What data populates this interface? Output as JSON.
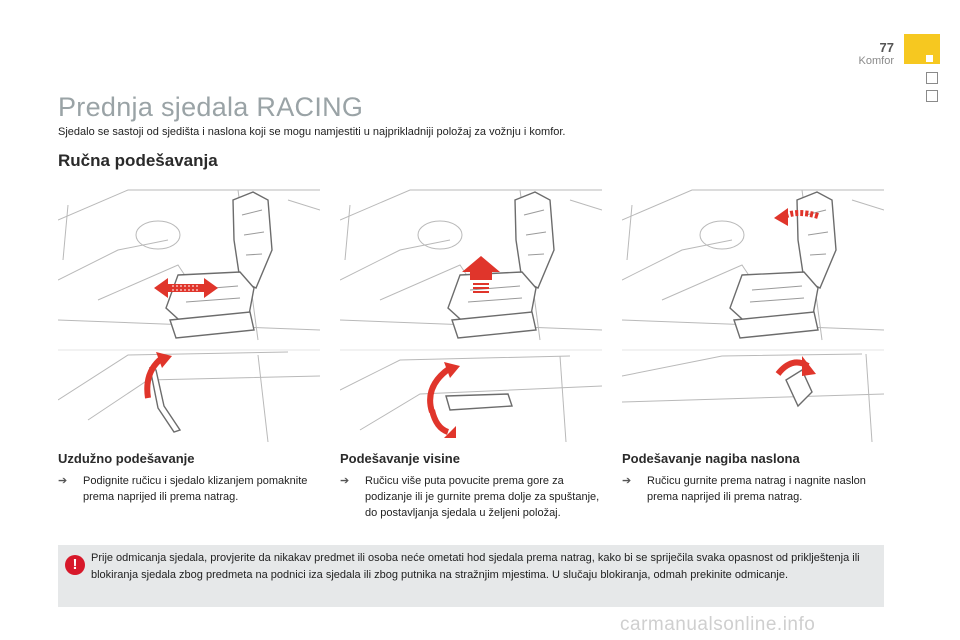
{
  "header": {
    "page_number": "77",
    "section": "Komfor",
    "accent_color": "#f6c820"
  },
  "title": "Prednja sjedala RACING",
  "intro": "Sjedalo se sastoji od sjedišta i naslona koji se mogu namjestiti u najprikladniji položaj za vožnju i komfor.",
  "subtitle": "Ručna podešavanja",
  "columns": [
    {
      "heading": "Uzdužno podešavanje",
      "bullet_icon": "arrow-right-icon",
      "text": "Podignite ručicu i sjedalo klizanjem pomaknite prema naprijed ili prema natrag."
    },
    {
      "heading": "Podešavanje visine",
      "bullet_icon": "arrow-right-icon",
      "text": "Ručicu više puta povucite prema gore za podizanje ili je gurnite prema dolje za spuštanje, do postavljanja sjedala u željeni položaj."
    },
    {
      "heading": "Podešavanje nagiba naslona",
      "bullet_icon": "arrow-right-icon",
      "text": "Ručicu gurnite prema natrag i nagnite naslon prema naprijed ili prema natrag."
    }
  ],
  "warning": {
    "icon": "exclamation-icon",
    "symbol": "!",
    "text": "Prije odmicanja sjedala, provjerite da nikakav predmet ili osoba neće ometati hod sjedala prema natrag, kako bi se spriječila svaka opasnost od priklještenja ili blokiranja sjedala zbog predmeta na podnici iza sjedala ili zbog putnika na stražnjim mjestima. U slučaju blokiranja, odmah prekinite odmicanje.",
    "color": "#d7182a"
  },
  "watermark": "carmanualsonline.info",
  "arrow_color": "#e0352b"
}
